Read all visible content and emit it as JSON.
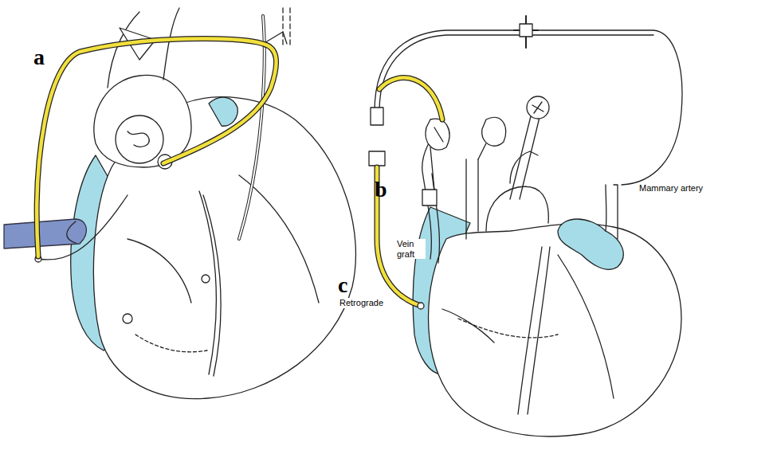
{
  "diagram": {
    "labels": [
      "a",
      "b",
      "c",
      "Vein graft",
      "Retrograde",
      "Mammary artery"
    ]
  }
}
